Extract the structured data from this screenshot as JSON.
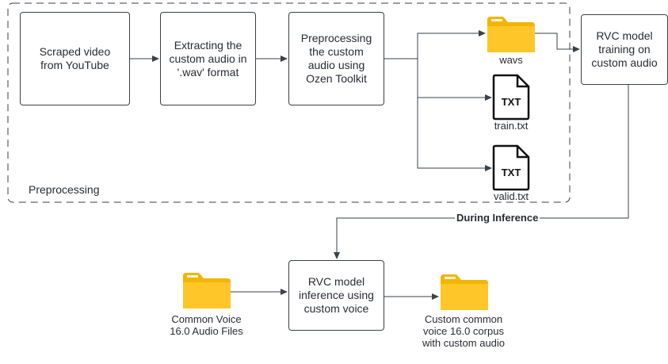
{
  "group": {
    "label": "Preprocessing"
  },
  "nodes": {
    "scraped_video": "Scraped video from YouTube",
    "extracting_audio": "Extracting the custom audio in '.wav' format",
    "preprocessing": "Preprocessing the custom audio using Ozen Toolkit",
    "rvc_training": "RVC model training on custom audio",
    "rvc_inference": "RVC model inference using custom voice"
  },
  "outputs": {
    "wavs": "wavs",
    "train": "train.txt",
    "valid": "valid.txt",
    "txt_badge": "TXT"
  },
  "inference": {
    "edge_label": "During Inference",
    "input": "Common Voice 16.0 Audio Files",
    "output": "Custom common voice 16.0 corpus with custom audio"
  },
  "colors": {
    "folder_body": "#ffc629",
    "folder_tab": "#f4b400",
    "stroke": "#3a414a",
    "text": "#282c33"
  },
  "icons": [
    "folder-icon",
    "txt-file-icon"
  ]
}
